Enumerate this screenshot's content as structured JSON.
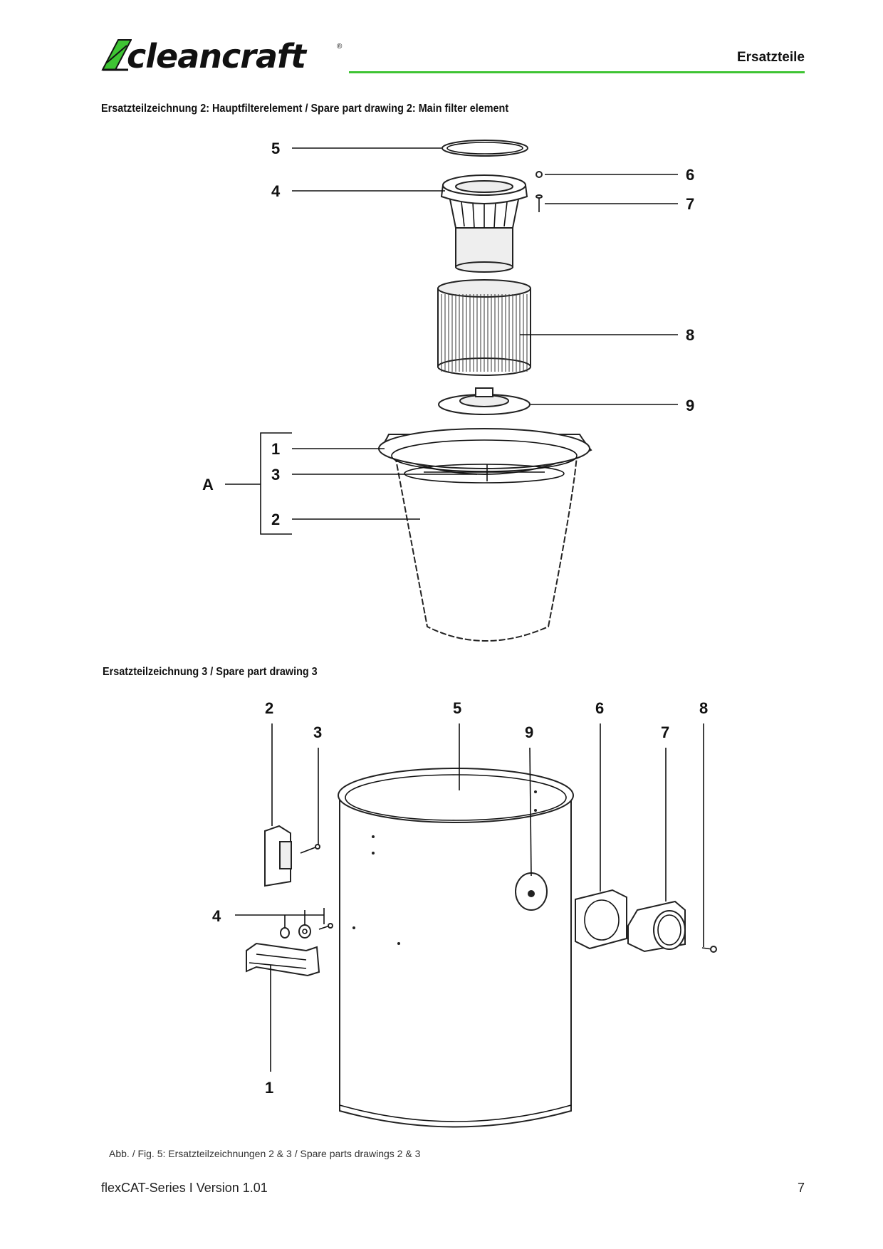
{
  "header": {
    "brand": "cleancraft",
    "brand_mark": "®",
    "section": "Ersatzteile",
    "accent_color": "#3ec433"
  },
  "drawing2": {
    "caption": "Ersatzteilzeichnung 2: Hauptfilterelement / Spare part drawing 2: Main filter element",
    "labels": [
      "5",
      "4",
      "6",
      "7",
      "8",
      "9",
      "1",
      "3",
      "A",
      "2"
    ]
  },
  "drawing3": {
    "caption": "Ersatzteilzeichnung 3 / Spare part drawing 3",
    "labels": [
      "2",
      "5",
      "6",
      "8",
      "3",
      "9",
      "7",
      "4",
      "1"
    ]
  },
  "figure_caption": "Abb. / Fig. 5: Ersatzteilzeichnungen 2 & 3 / Spare parts drawings 2 & 3",
  "footer": {
    "doc": "flexCAT-Series I Version 1.01",
    "page": "7"
  }
}
